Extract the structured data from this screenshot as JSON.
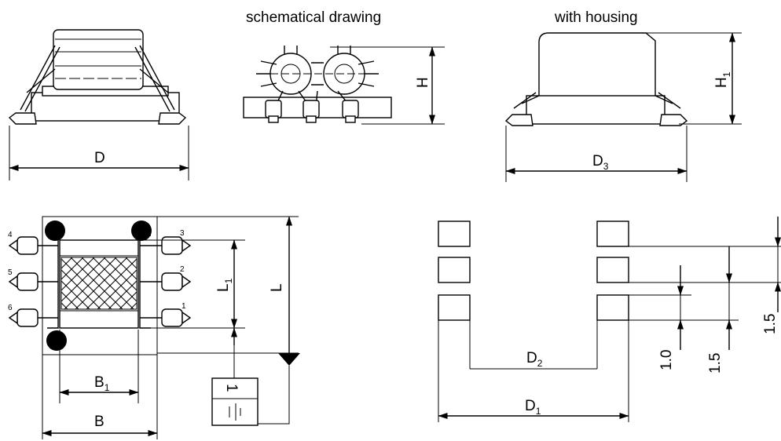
{
  "titles": {
    "schematic": "schematical drawing",
    "housing": "with housing"
  },
  "dimensions": {
    "D": {
      "main": "D",
      "sub": ""
    },
    "H": {
      "main": "H",
      "sub": ""
    },
    "H1": {
      "main": "H",
      "sub": "1"
    },
    "D3": {
      "main": "D",
      "sub": "3"
    },
    "L": {
      "main": "L",
      "sub": ""
    },
    "L1": {
      "main": "L",
      "sub": "1"
    },
    "B": {
      "main": "B",
      "sub": ""
    },
    "B1": {
      "main": "B",
      "sub": "1"
    },
    "D1": {
      "main": "D",
      "sub": "1"
    },
    "D2": {
      "main": "D",
      "sub": "2"
    },
    "pad_pitch_1": "1.5",
    "pad_width": "1.0",
    "pad_pitch_2": "1.5"
  },
  "pins": [
    "1",
    "2",
    "3",
    "4",
    "5",
    "6"
  ],
  "marking": {
    "code": "1"
  },
  "colors": {
    "line": "#000000",
    "background": "#ffffff",
    "body_fill": "#d9d9d9"
  }
}
